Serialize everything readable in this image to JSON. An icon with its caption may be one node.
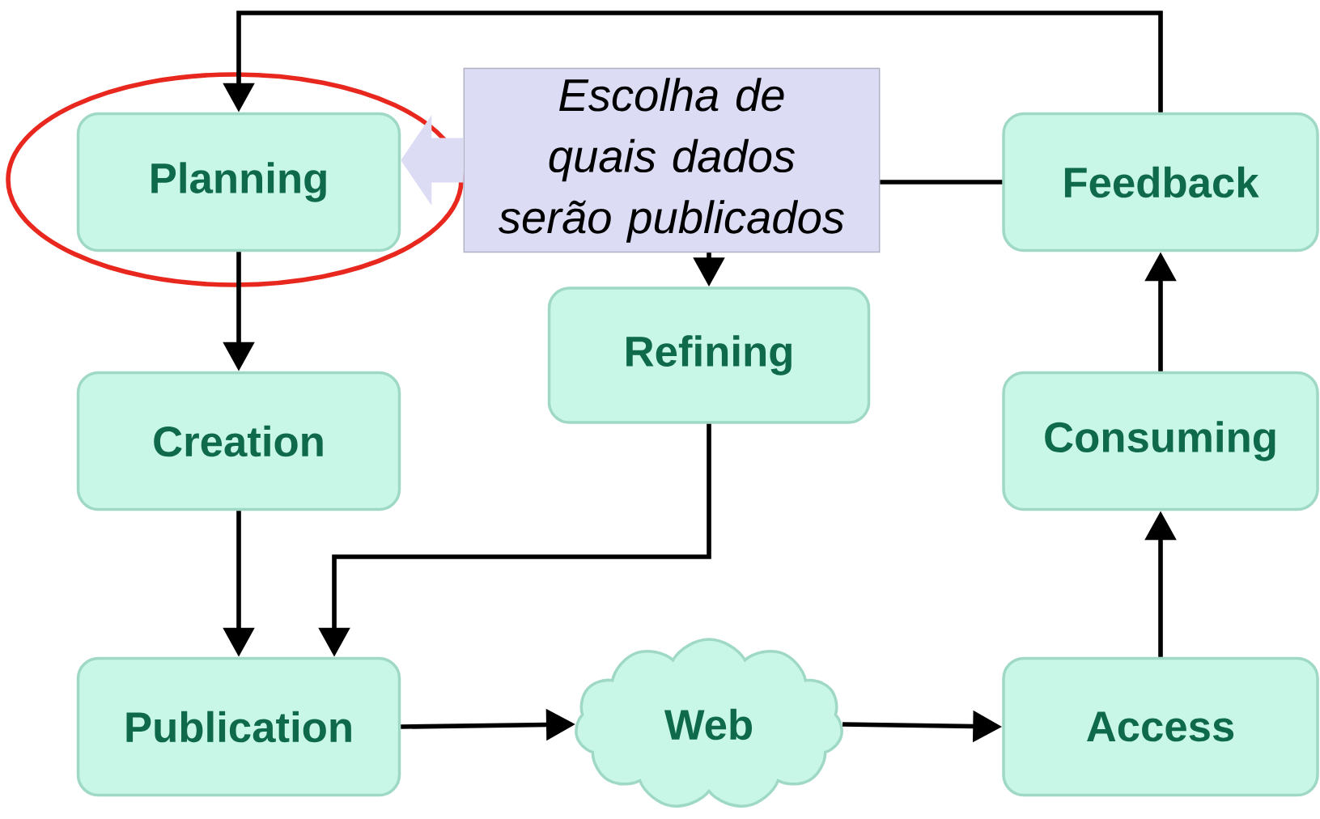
{
  "diagram": {
    "nodes": [
      {
        "text": [
          "Planning"
        ]
      },
      {
        "text": [
          "Escolha de quais dados serão publicados"
        ]
      },
      {
        "text": [
          "Feedback"
        ]
      },
      {
        "text": [
          "Refining"
        ]
      },
      {
        "text": [
          "Creation"
        ]
      },
      {
        "text": [
          "Consuming"
        ]
      },
      {
        "text": [
          "Publication"
        ]
      },
      {
        "text": [
          "Web"
        ]
      },
      {
        "text": [
          "Access"
        ]
      }
    ],
    "edges": [
      {
        "from": 2,
        "to": 0,
        "arrow": "to"
      },
      {
        "from": 1,
        "to": 0,
        "arrow": "to",
        "style": "thick",
        "color": "#dcdcf5"
      },
      {
        "from": 2,
        "to": 1,
        "arrow": "none"
      },
      {
        "from": 1,
        "to": 3,
        "arrow": "to"
      },
      {
        "from": 0,
        "to": 4,
        "arrow": "to"
      },
      {
        "from": 4,
        "to": 6,
        "arrow": "to"
      },
      {
        "from": 3,
        "to": 6,
        "arrow": "to"
      },
      {
        "from": 6,
        "to": 7,
        "arrow": "to"
      },
      {
        "from": 7,
        "to": 8,
        "arrow": "to"
      },
      {
        "from": 8,
        "to": 5,
        "arrow": "to"
      },
      {
        "from": 5,
        "to": 2,
        "arrow": "to"
      }
    ]
  }
}
